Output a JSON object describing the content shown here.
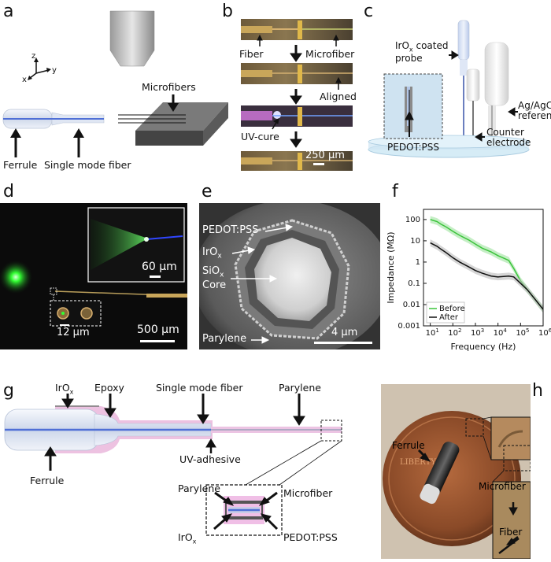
{
  "panels": {
    "a": {
      "letter": "a",
      "axes": {
        "z": "z",
        "x": "x",
        "y": "y"
      },
      "microfibers": "Microfibers",
      "ferrule": "Ferrule",
      "smf": "Single mode fiber"
    },
    "b": {
      "letter": "b",
      "fiber": "Fiber",
      "microfiber": "Microfiber",
      "aligned": "Aligned",
      "uvcure": "UV-cure",
      "scale": "250 µm"
    },
    "c": {
      "letter": "c",
      "iro_probe_1": "IrO",
      "iro_probe_sub": "x",
      "iro_probe_2": " coated",
      "iro_probe_3": "probe",
      "agcl_1": "Ag/AgCl",
      "agcl_2": "reference",
      "counter_1": "Counter",
      "counter_2": "electrode",
      "pedot": "PEDOT:PSS"
    },
    "d": {
      "letter": "d",
      "inset_scale": "60 µm",
      "small_scale": "12 µm",
      "scale": "500 µm"
    },
    "e": {
      "letter": "e",
      "pedot": "PEDOT:PSS",
      "irox": "IrO",
      "irox_sub": "x",
      "siox": "SiO",
      "siox_sub": "x",
      "core": "Core",
      "parylene": "Parylene",
      "scale": "4 µm"
    },
    "f": {
      "letter": "f"
    },
    "g": {
      "letter": "g",
      "irox": "IrO",
      "irox_sub": "x",
      "epoxy": "Epoxy",
      "smf": "Single mode fiber",
      "parylene": "Parylene",
      "ferrule": "Ferrule",
      "uvadh": "UV-adhesive",
      "parylene2": "Parylene",
      "microfiber": "Microfiber",
      "irox2": "IrO",
      "irox2_sub": "x",
      "pedot": "PEDOT:PSS"
    },
    "h": {
      "letter": "h",
      "ferrule": "Ferrule",
      "microfiber": "Microfiber",
      "fiber": "Fiber",
      "coin_text": "LIBERTY"
    }
  },
  "chart_data": {
    "type": "line",
    "xlabel": "Frequency (Hz)",
    "ylabel": "Impedance (MΩ)",
    "x_scale": "log",
    "y_scale": "log",
    "xlim": [
      5,
      1000000
    ],
    "ylim": [
      0.001,
      300
    ],
    "x_ticks": [
      10,
      100,
      1000,
      10000,
      100000,
      1000000
    ],
    "x_tick_labels": [
      [
        "10",
        "1"
      ],
      [
        "10",
        "2"
      ],
      [
        "10",
        "3"
      ],
      [
        "10",
        "4"
      ],
      [
        "10",
        "5"
      ],
      [
        "10",
        "6"
      ]
    ],
    "y_ticks": [
      0.001,
      0.01,
      0.1,
      1,
      10,
      100
    ],
    "y_tick_labels": [
      "0.001",
      "0.01",
      "0.1",
      "1",
      "10",
      "100"
    ],
    "legend_position": "bottom-left",
    "series": [
      {
        "name": "Before",
        "color": "#3bc43b",
        "band": "#9fe39f",
        "x": [
          10,
          20,
          30,
          50,
          100,
          200,
          500,
          1000,
          2000,
          5000,
          10000,
          30000,
          50000,
          100000,
          200000,
          500000,
          1000000
        ],
        "y": [
          100,
          80,
          60,
          45,
          28,
          18,
          11,
          7,
          4.5,
          3,
          2,
          1.2,
          0.5,
          0.13,
          0.05,
          0.015,
          0.006
        ]
      },
      {
        "name": "After",
        "color": "#111111",
        "band": "#bbbbbb",
        "x": [
          10,
          20,
          30,
          50,
          100,
          200,
          500,
          1000,
          2000,
          5000,
          10000,
          30000,
          50000,
          100000,
          200000,
          500000,
          1000000
        ],
        "y": [
          8,
          5.5,
          4,
          2.8,
          1.6,
          1,
          0.6,
          0.4,
          0.3,
          0.22,
          0.2,
          0.22,
          0.2,
          0.1,
          0.05,
          0.015,
          0.006
        ]
      }
    ]
  },
  "colors": {
    "fiber_blue": "#4f6fd6",
    "ferrule": "#e6ecf6",
    "epoxy_pink": "#e6a9d6",
    "green_light": "#33ff33",
    "photo_dark": "#0d0d0d"
  }
}
